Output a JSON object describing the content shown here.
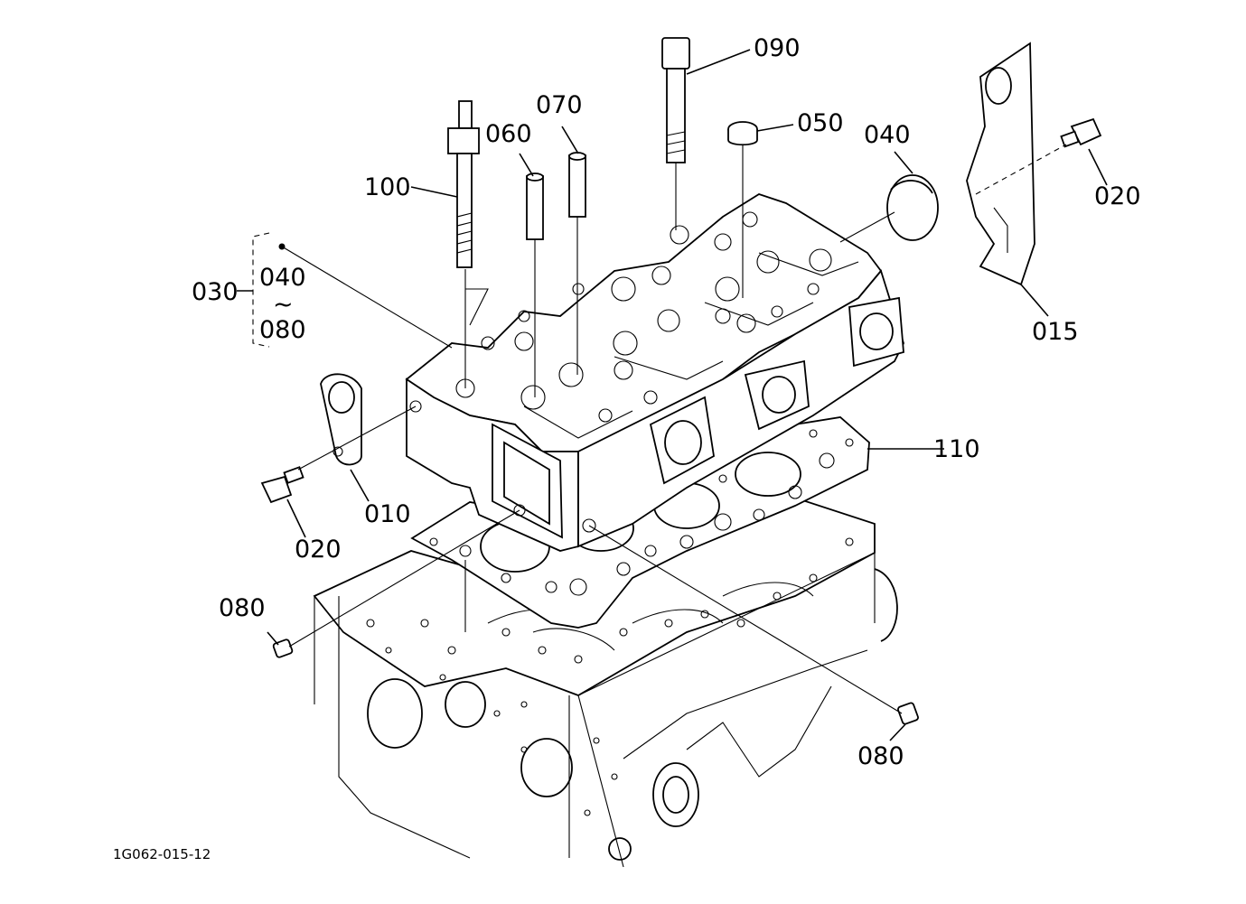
{
  "diagram": {
    "drawing_number": "1G062-015-12",
    "callouts": [
      {
        "id": "c090",
        "text": "090"
      },
      {
        "id": "c070",
        "text": "070"
      },
      {
        "id": "c060",
        "text": "060"
      },
      {
        "id": "c050",
        "text": "050"
      },
      {
        "id": "c040",
        "text": "040"
      },
      {
        "id": "c100",
        "text": "100"
      },
      {
        "id": "c020a",
        "text": "020"
      },
      {
        "id": "c015",
        "text": "015"
      },
      {
        "id": "c030",
        "text": "030"
      },
      {
        "id": "c110",
        "text": "110"
      },
      {
        "id": "c010",
        "text": "010"
      },
      {
        "id": "c020b",
        "text": "020"
      },
      {
        "id": "c080a",
        "text": "080"
      },
      {
        "id": "c080b",
        "text": "080"
      }
    ],
    "range_group": {
      "from": "040",
      "sep": "~",
      "to": "080"
    }
  }
}
